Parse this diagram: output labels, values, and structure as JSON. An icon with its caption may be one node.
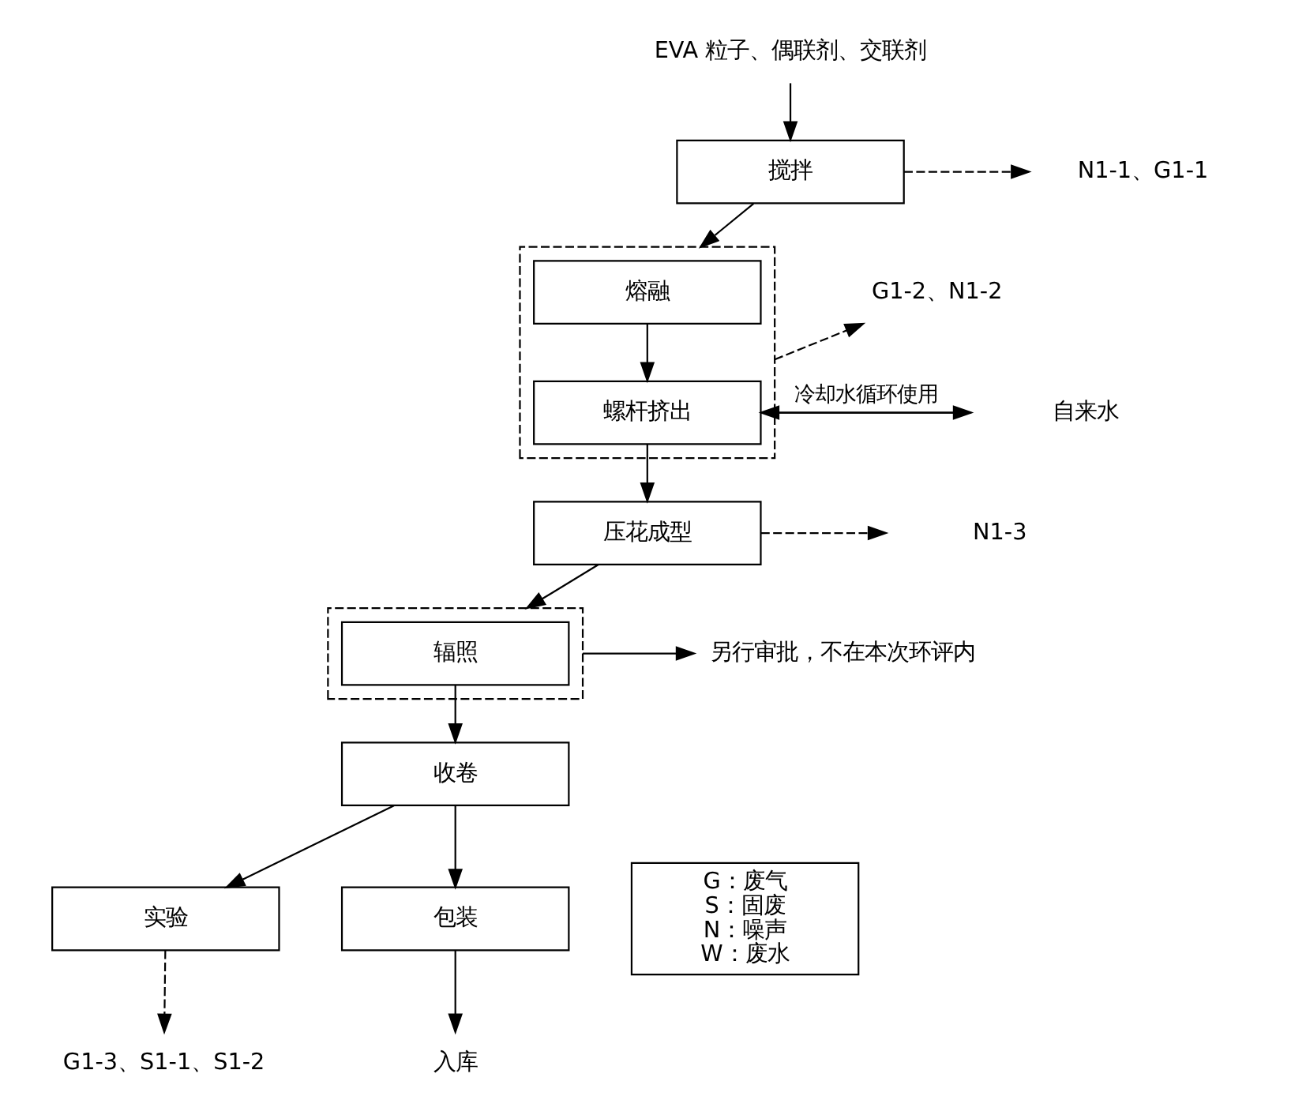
{
  "diagram": {
    "nodes": [
      {
        "text": [
          "EVA 粒子、偶联剂、交联剂"
        ]
      },
      {
        "text": [
          "搅拌"
        ]
      },
      {
        "text": [
          "N1-1、G1-1"
        ]
      },
      {
        "text": [],
        "shape": "box"
      },
      {
        "text": [
          "熔融"
        ],
        "in": 3
      },
      {
        "text": [
          "螺杆挤出"
        ],
        "in": 3
      },
      {
        "text": [
          "G1-2、N1-2"
        ]
      },
      {
        "text": [
          "自来水"
        ]
      },
      {
        "text": [
          "压花成型"
        ]
      },
      {
        "text": [
          "N1-3"
        ]
      },
      {
        "text": [],
        "shape": "box"
      },
      {
        "text": [
          "辐照"
        ],
        "in": 10
      },
      {
        "text": [
          "另行审批，不在本次环评内"
        ]
      },
      {
        "text": [
          "收卷"
        ]
      },
      {
        "text": [
          "实验"
        ]
      },
      {
        "text": [
          "包装"
        ]
      },
      {
        "text": [
          "G1-3、S1-1、S1-2"
        ]
      },
      {
        "text": [
          "入库"
        ]
      },
      {
        "text": [
          "G：废气",
          "S：固废",
          "N：噪声",
          "W：废水"
        ]
      }
    ],
    "edges": [
      {
        "from": 0,
        "to": 1,
        "arrow": "to"
      },
      {
        "from": 1,
        "to": 2,
        "arrow": "to",
        "style": "dashed"
      },
      {
        "from": 1,
        "to": 3,
        "arrow": "to"
      },
      {
        "from": 4,
        "to": 5,
        "arrow": "to"
      },
      {
        "from": 3,
        "to": 6,
        "arrow": "to",
        "style": "dashed"
      },
      {
        "from": 7,
        "to": 5,
        "arrow": "to"
      },
      {
        "from": 5,
        "to": 8,
        "arrow": "to"
      },
      {
        "from": 5,
        "to": 7,
        "arrow": "to",
        "label": "冷却水循环使用"
      },
      {
        "from": 8,
        "to": 9,
        "arrow": "to",
        "style": "dashed"
      },
      {
        "from": 8,
        "to": 10,
        "arrow": "to"
      },
      {
        "from": 10,
        "to": 12,
        "arrow": "to"
      },
      {
        "from": 11,
        "to": 13,
        "arrow": "to"
      },
      {
        "from": 13,
        "to": 14,
        "arrow": "to"
      },
      {
        "from": 13,
        "to": 15,
        "arrow": "to"
      },
      {
        "from": 14,
        "to": 16,
        "arrow": "to",
        "style": "dashed"
      },
      {
        "from": 15,
        "to": 17,
        "arrow": "to"
      }
    ]
  }
}
